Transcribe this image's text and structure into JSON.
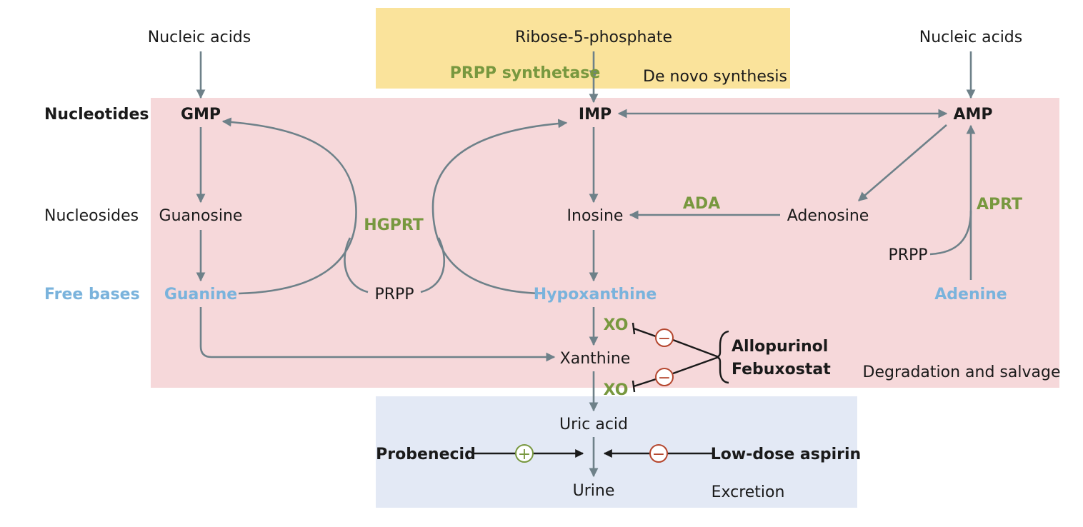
{
  "regions": {
    "de_novo": "De novo synthesis",
    "degradation": "Degradation and salvage",
    "excretion": "Excretion"
  },
  "row_labels": {
    "nucleotides": "Nucleotides",
    "nucleosides": "Nucleosides",
    "free_bases": "Free bases"
  },
  "nodes": {
    "nucleic_acids_left": "Nucleic acids",
    "nucleic_acids_right": "Nucleic acids",
    "ribose5p": "Ribose-5-phosphate",
    "gmp": "GMP",
    "imp": "IMP",
    "amp": "AMP",
    "guanosine": "Guanosine",
    "inosine": "Inosine",
    "adenosine": "Adenosine",
    "guanine": "Guanine",
    "prpp_mid": "PRPP",
    "hypoxanthine": "Hypoxanthine",
    "adenine": "Adenine",
    "prpp_right": "PRPP",
    "xanthine": "Xanthine",
    "uric_acid": "Uric acid",
    "urine": "Urine"
  },
  "enzymes": {
    "prpp_synthetase": "PRPP synthetase",
    "hgprt": "HGPRT",
    "ada": "ADA",
    "aprt": "APRT",
    "xo_top": "XO",
    "xo_bottom": "XO"
  },
  "drugs": {
    "allopurinol": "Allopurinol",
    "febuxostat": "Febuxostat",
    "probenecid": "Probenecid",
    "aspirin": "Low-dose aspirin"
  },
  "signs": {
    "minus": "−",
    "plus": "+"
  },
  "colors": {
    "de_novo_bg": "#fae39b",
    "degradation_bg": "#f6d8da",
    "excretion_bg": "#e3e9f5",
    "arrow": "#6e8189",
    "free_base_text": "#7ab3dc",
    "enzyme_text": "#78983f",
    "inhibit": "#b5472f",
    "stimulate": "#78983f"
  }
}
